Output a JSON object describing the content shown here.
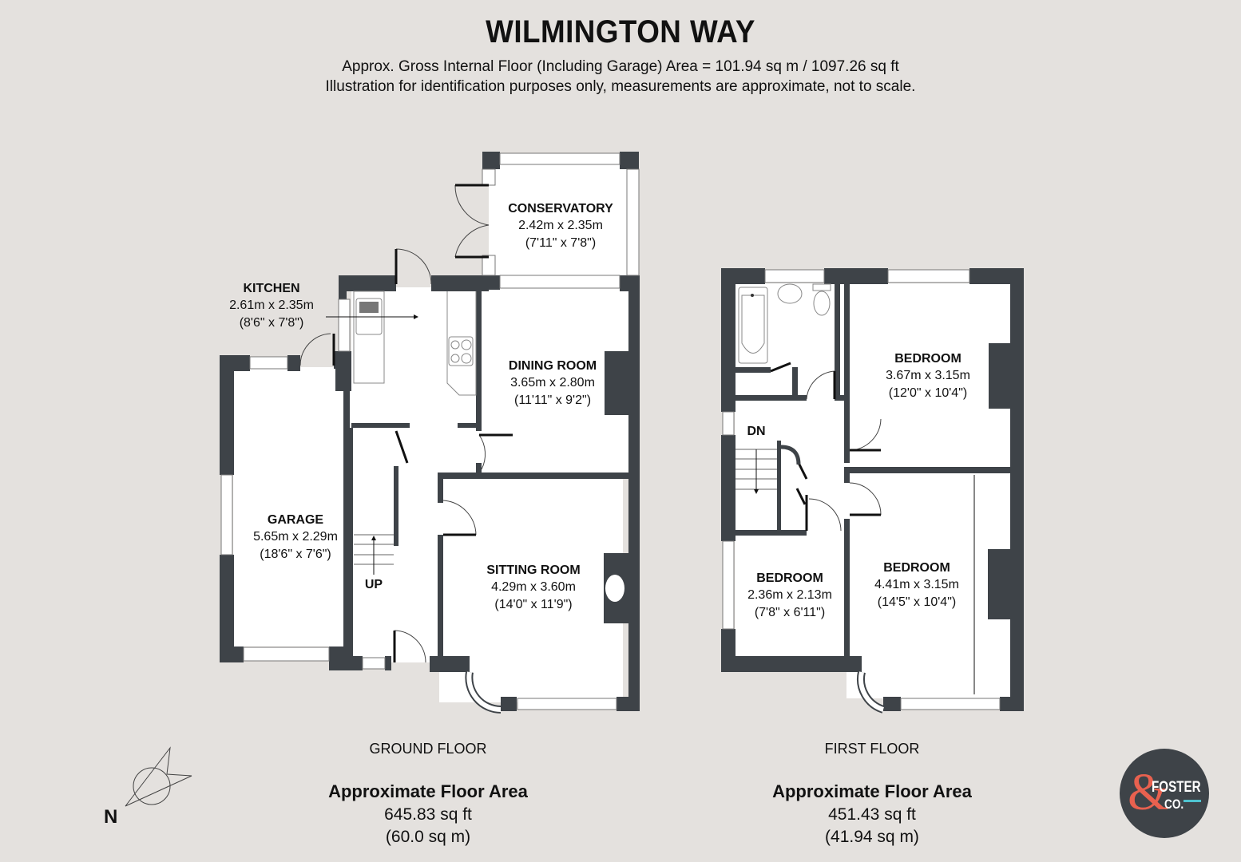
{
  "header": {
    "title": "WILMINGTON WAY",
    "subtitle_line1": "Approx. Gross Internal Floor (Including Garage) Area = 101.94 sq m / 1097.26 sq ft",
    "subtitle_line2": "Illustration for identification purposes only, measurements are approximate, not to scale."
  },
  "ground_floor": {
    "label": "GROUND FLOOR",
    "area_heading": "Approximate Floor Area",
    "area_sqft": "645.83 sq ft",
    "area_sqm": "(60.0 sq m)",
    "stairs_label": "UP",
    "rooms": [
      {
        "name": "CONSERVATORY",
        "metric": "2.42m x 2.35m",
        "imperial": "(7'11\" x 7'8\")"
      },
      {
        "name": "KITCHEN",
        "metric": "2.61m x 2.35m",
        "imperial": "(8'6\" x 7'8\")"
      },
      {
        "name": "DINING ROOM",
        "metric": "3.65m x 2.80m",
        "imperial": "(11'11\" x 9'2\")"
      },
      {
        "name": "GARAGE",
        "metric": "5.65m x 2.29m",
        "imperial": "(18'6\" x 7'6\")"
      },
      {
        "name": "SITTING ROOM",
        "metric": "4.29m x 3.60m",
        "imperial": "(14'0\" x 11'9\")"
      }
    ]
  },
  "first_floor": {
    "label": "FIRST FLOOR",
    "area_heading": "Approximate Floor Area",
    "area_sqft": "451.43 sq ft",
    "area_sqm": "(41.94 sq m)",
    "stairs_label": "DN",
    "rooms": [
      {
        "name": "BEDROOM",
        "metric": "3.67m x 3.15m",
        "imperial": "(12'0\" x 10'4\")"
      },
      {
        "name": "BEDROOM",
        "metric": "2.36m x 2.13m",
        "imperial": "(7'8\" x 6'11\")"
      },
      {
        "name": "BEDROOM",
        "metric": "4.41m x 3.15m",
        "imperial": "(14'5\" x 10'4\")"
      }
    ]
  },
  "compass": {
    "label": "N"
  },
  "logo": {
    "ampersand": "&",
    "line1": "FOSTER",
    "line2": "CO."
  },
  "colors": {
    "background": "#e4e1de",
    "wall": "#3e4348",
    "floor": "#ffffff",
    "logo_accent": "#e8614f",
    "logo_bar": "#4fc3d0"
  }
}
